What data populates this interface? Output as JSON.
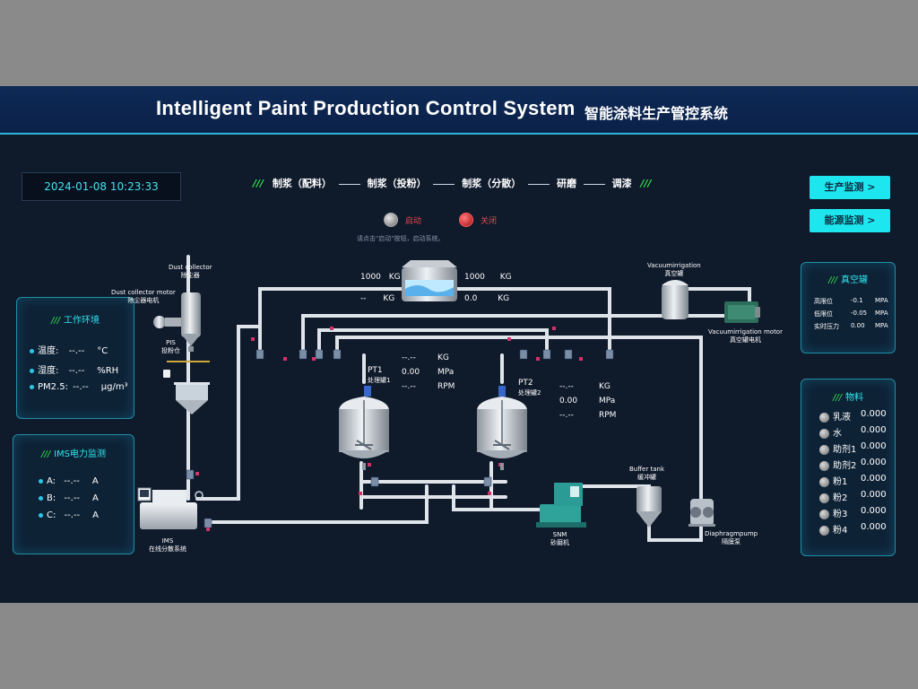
{
  "header": {
    "title_en": "Intelligent Paint Production Control System",
    "title_zh": "智能涂料生产管控系统"
  },
  "clock": "2024-01-08 10:23:33",
  "steps": [
    "制浆（配料）",
    "制浆（投粉）",
    "制浆（分散）",
    "研磨",
    "调漆"
  ],
  "nav": {
    "production": "生产监测 >",
    "energy": "能源监测 >"
  },
  "controls": {
    "start": "启动",
    "stop": "关闭",
    "hint": "请点击\"启动\"按钮，启动系统。"
  },
  "env": {
    "title": "工作环境",
    "rows": [
      {
        "label": "温度:",
        "value": "--.--",
        "unit": "°C"
      },
      {
        "label": "湿度:",
        "value": "--.--",
        "unit": "%RH"
      },
      {
        "label": "PM2.5:",
        "value": "--.--",
        "unit": "μg/m³"
      }
    ]
  },
  "power": {
    "title": "IMS电力监测",
    "rows": [
      {
        "label": "A:",
        "value": "--.--",
        "unit": "A"
      },
      {
        "label": "B:",
        "value": "--.--",
        "unit": "A"
      },
      {
        "label": "C:",
        "value": "--.--",
        "unit": "A"
      }
    ]
  },
  "vacuum": {
    "title": "真空罐",
    "rows": [
      {
        "label": "高限位",
        "value": "-0.1",
        "unit": "MPA"
      },
      {
        "label": "低限位",
        "value": "-0.05",
        "unit": "MPA"
      },
      {
        "label": "实时压力",
        "value": "0.00",
        "unit": "MPA"
      }
    ]
  },
  "materials": {
    "title": "物料",
    "items": [
      {
        "name": "乳液",
        "value": "0.000"
      },
      {
        "name": "水",
        "value": "0.000"
      },
      {
        "name": "助剂1",
        "value": "0.000"
      },
      {
        "name": "助剂2",
        "value": "0.000"
      },
      {
        "name": "粉1",
        "value": "0.000"
      },
      {
        "name": "粉2",
        "value": "0.000"
      },
      {
        "name": "粉3",
        "value": "0.000"
      },
      {
        "name": "粉4",
        "value": "0.000"
      }
    ]
  },
  "tank": {
    "left_top": "1000",
    "left_bottom": "--",
    "right_top": "1000",
    "right_bottom": "0.0",
    "unit": "KG"
  },
  "pt1": {
    "name": "PT1",
    "sub": "处理罐1",
    "kg": "--.--",
    "mpa": "0.00",
    "rpm": "--.--",
    "u_kg": "KG",
    "u_mpa": "MPa",
    "u_rpm": "RPM"
  },
  "pt2": {
    "name": "PT2",
    "sub": "处理罐2",
    "kg": "--.--",
    "mpa": "0.00",
    "rpm": "--.--",
    "u_kg": "KG",
    "u_mpa": "MPa",
    "u_rpm": "RPM"
  },
  "equipment": {
    "dust_collector": "Dust collector",
    "dust_collector_zh": "除尘器",
    "dust_motor": "Dust collector motor",
    "dust_motor_zh": "除尘器电机",
    "pis": "PIS",
    "pis_zh": "投粉仓",
    "ims": "IMS",
    "ims_zh": "在线分散系统",
    "vacuum": "Vacuumirrigation",
    "vacuum_zh": "真空罐",
    "vacuum_motor": "Vacuumirrigation motor",
    "vacuum_motor_zh": "真空罐电机",
    "buffer": "Buffer tank",
    "buffer_zh": "缓冲罐",
    "snm": "SNM",
    "snm_zh": "砂磨机",
    "pump": "Diaphragmpump",
    "pump_zh": "隔膜泵"
  },
  "colors": {
    "accent": "#1ee6ee",
    "panel_border": "#1e8ea6",
    "green": "#2ee84f",
    "background": "#0f1a2b"
  }
}
